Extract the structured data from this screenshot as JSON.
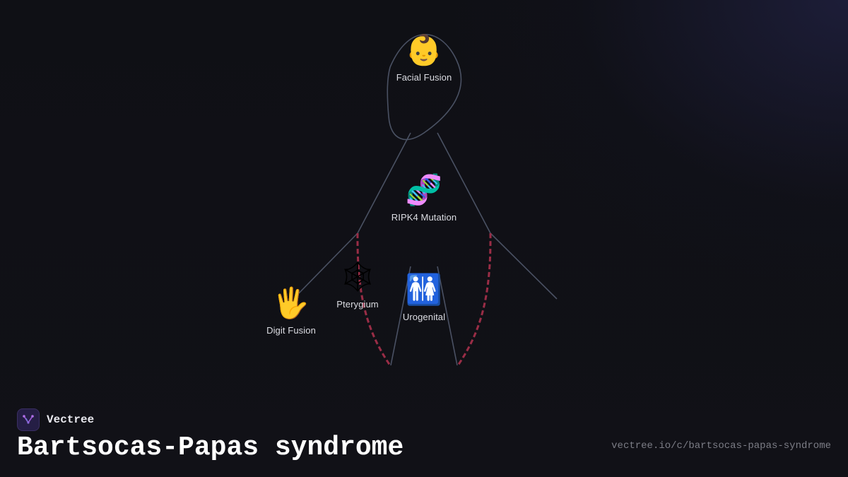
{
  "diagram": {
    "nodes": [
      {
        "id": "facial",
        "label": "Facial Fusion",
        "icon": "baby-icon",
        "emoji": "👶"
      },
      {
        "id": "ripk4",
        "label": "RIPK4 Mutation",
        "icon": "dna-icon",
        "emoji": "🧬"
      },
      {
        "id": "digit",
        "label": "Digit Fusion",
        "icon": "raised-hand-icon",
        "emoji": "🖐"
      },
      {
        "id": "pterygium",
        "label": "Pterygium",
        "icon": "spider-web-icon",
        "emoji": "🕸"
      },
      {
        "id": "urogenital",
        "label": "Urogenital",
        "icon": "restroom-icon",
        "emoji": "🚻"
      }
    ],
    "colors": {
      "edge": "#4a5163",
      "dashed_edge": "#9a2d46"
    }
  },
  "branding": {
    "name": "Vectree",
    "logo_color": "#9b59d6"
  },
  "page": {
    "title": "Bartsocas-Papas syndrome",
    "url": "vectree.io/c/bartsocas-papas-syndrome"
  }
}
